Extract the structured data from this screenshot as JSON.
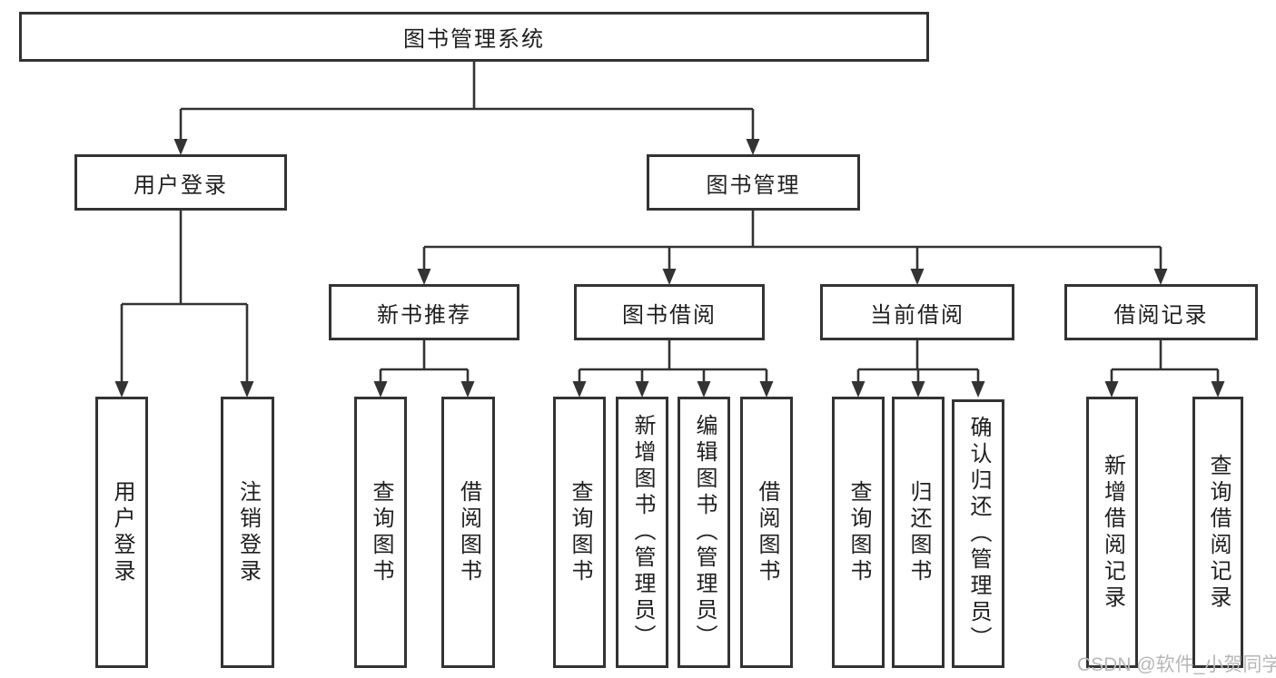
{
  "colors": {
    "line": "#333333",
    "border": "#333333",
    "text": "#1f1f1f",
    "watermark": "#b7b7b7",
    "background": "#ffffff"
  },
  "tree": {
    "root": {
      "label": "图书管理系统"
    },
    "branches": [
      {
        "label": "用户登录",
        "children": [
          {
            "label": "用户登录"
          },
          {
            "label": "注销登录"
          }
        ]
      },
      {
        "label": "图书管理",
        "children": [
          {
            "label": "新书推荐",
            "children": [
              {
                "label": "查询图书"
              },
              {
                "label": "借阅图书"
              }
            ]
          },
          {
            "label": "图书借阅",
            "children": [
              {
                "label": "查询图书"
              },
              {
                "label": "新增图书（管理员）"
              },
              {
                "label": "编辑图书（管理员）"
              },
              {
                "label": "借阅图书"
              }
            ]
          },
          {
            "label": "当前借阅",
            "children": [
              {
                "label": "查询图书"
              },
              {
                "label": "归还图书"
              },
              {
                "label": "确认归还（管理员）"
              }
            ]
          },
          {
            "label": "借阅记录",
            "children": [
              {
                "label": "新增借阅记录"
              },
              {
                "label": "查询借阅记录"
              }
            ]
          }
        ]
      }
    ]
  },
  "watermark": {
    "text": "CSDN @软件_小贺同学"
  }
}
